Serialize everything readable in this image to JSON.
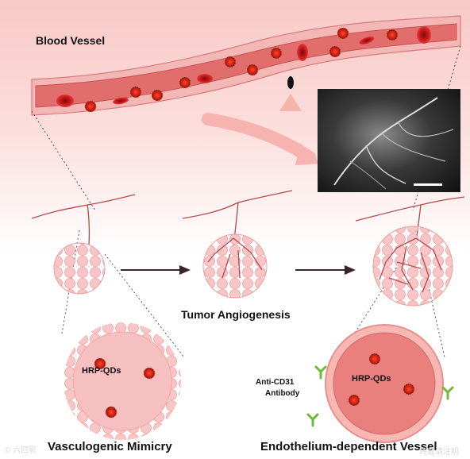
{
  "labels": {
    "blood_vessel": "Blood Vessel",
    "tumor_angiogenesis": "Tumor Angiogenesis",
    "vasculogenic_mimicry": "Vasculogenic Mimicry",
    "endothelium_vessel": "Endothelium-dependent Vessel",
    "hrp_qds_left": "HRP-QDs",
    "hrp_qds_right": "HRP-QDs",
    "antibody_line1": "Anti-CD31",
    "antibody_line2": "Antibody",
    "watermark": "© 六四影",
    "watermark_right": "转载请注明"
  },
  "colors": {
    "vessel_wall": "#f3b8b6",
    "vessel_lumen": "#e26d6d",
    "red_cell": "#c8191b",
    "tumor_cell": "#f7c3c3",
    "arrow": "#3a2626",
    "antibody": "#6dbb3a"
  },
  "icons": [
    "red-blood-cell-icon",
    "quantum-dot-icon",
    "antibody-y-icon",
    "microscope-light-icon"
  ]
}
